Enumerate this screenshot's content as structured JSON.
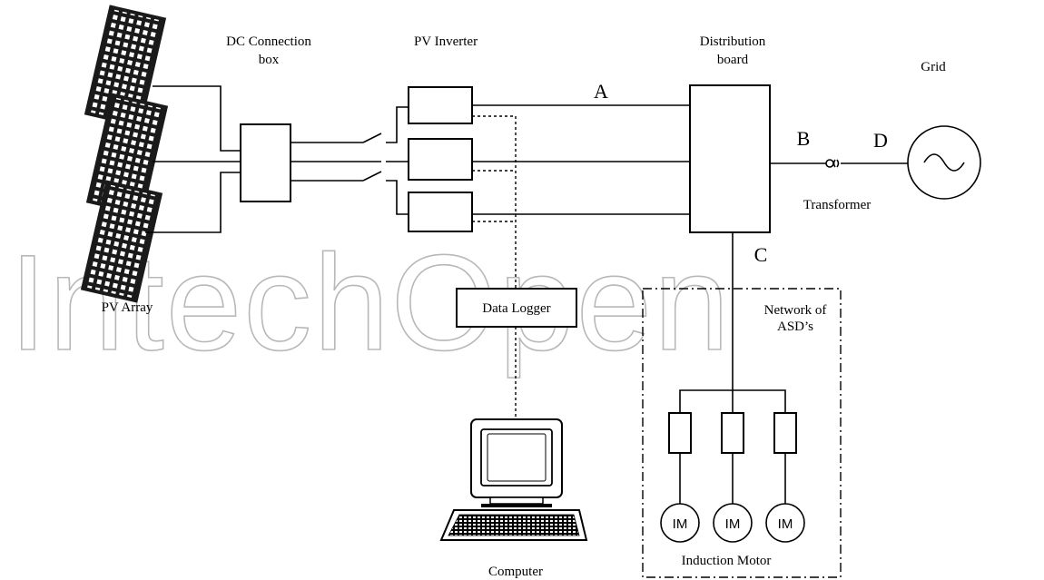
{
  "watermark": "IntechOpen",
  "labels": {
    "dc_box_line1": "DC Connection",
    "dc_box_line2": "box",
    "pv_inverter": "PV Inverter",
    "distribution_line1": "Distribution",
    "distribution_line2": "board",
    "grid": "Grid",
    "point_a": "A",
    "point_b": "B",
    "point_c": "C",
    "point_d": "D",
    "transformer": "Transformer",
    "pv_array": "PV Array",
    "data_logger": "Data Logger",
    "network_line1": "Network of",
    "network_line2": "ASD’s",
    "computer": "Computer",
    "induction_motor": "Induction Motor",
    "im": "IM"
  },
  "icons": [
    "solar-panel-icon",
    "ac-source-icon",
    "transformer-icon",
    "computer-icon",
    "keyboard-icon"
  ]
}
